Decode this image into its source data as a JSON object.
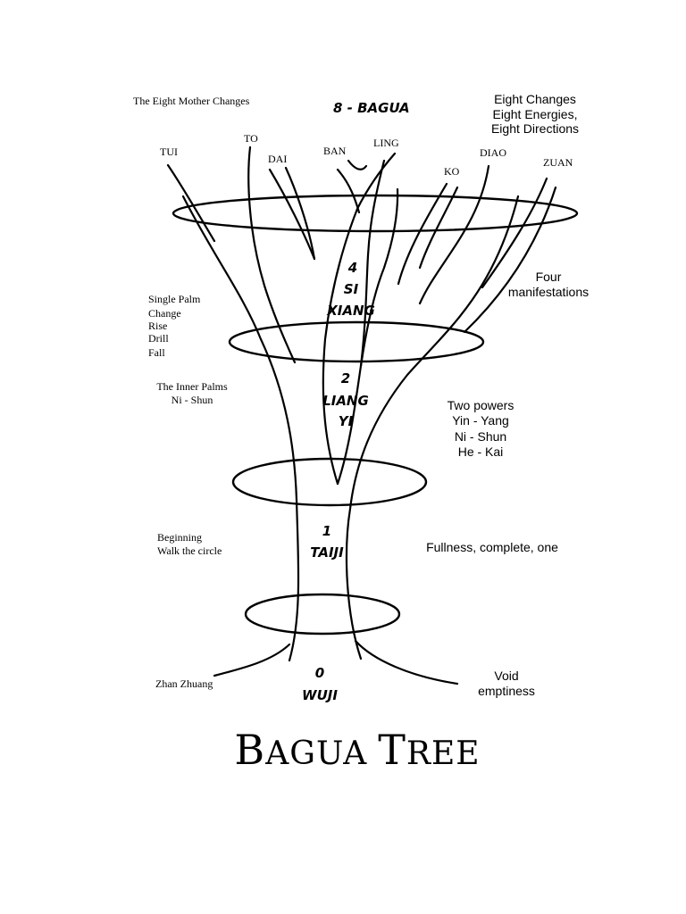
{
  "top": {
    "left_caption": "The Eight Mother Changes",
    "center_heading": "8 - BAGUA",
    "right_caption": [
      "Eight Changes",
      "Eight Energies,",
      "Eight Directions"
    ]
  },
  "branches": [
    "TUI",
    "TO",
    "DAI",
    "BAN",
    "LING",
    "KO",
    "DIAO",
    "ZUAN"
  ],
  "levels": {
    "si_xiang": [
      "4",
      "SI",
      "XIANG"
    ],
    "liang_yi": [
      "2",
      "LIANG",
      "YI"
    ],
    "taiji": [
      "1",
      "TAIJI"
    ],
    "wuji": [
      "0",
      "WUJI"
    ]
  },
  "left_notes": {
    "single_palm": [
      "Single Palm",
      "Change",
      "Rise",
      "Drill",
      "Fall"
    ],
    "inner_palms": [
      "The Inner Palms",
      "Ni - Shun"
    ],
    "beginning": [
      "Beginning",
      "Walk the circle"
    ],
    "zhan_zhuang": "Zhan Zhuang"
  },
  "right_notes": {
    "four": [
      "Four",
      "manifestations"
    ],
    "two_powers": [
      "Two powers",
      "Yin - Yang",
      "Ni - Shun",
      "He - Kai"
    ],
    "fullness": "Fullness, complete, one",
    "void": [
      "Void",
      "emptiness"
    ]
  },
  "footer": {
    "title_first_cap": "B",
    "title_first_rest": "AGUA",
    "title_second_cap": "T",
    "title_second_rest": "REE"
  }
}
